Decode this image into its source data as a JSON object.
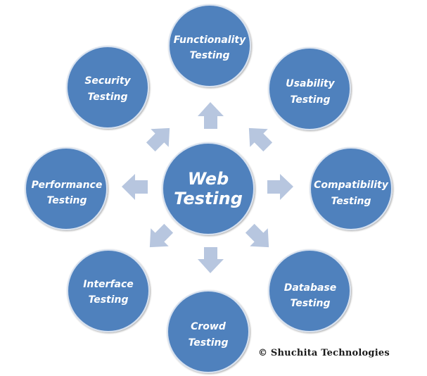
{
  "diagram": {
    "center": {
      "line1": "Web",
      "line2": "Testing"
    },
    "nodes": [
      {
        "id": "functionality",
        "line1": "Functionality",
        "line2": "Testing"
      },
      {
        "id": "usability",
        "line1": "Usability",
        "line2": "Testing"
      },
      {
        "id": "compatibility",
        "line1": "Compatibility",
        "line2": "Testing"
      },
      {
        "id": "database",
        "line1": "Database",
        "line2": "Testing"
      },
      {
        "id": "crowd",
        "line1": "Crowd",
        "line2": "Testing"
      },
      {
        "id": "interface",
        "line1": "Interface",
        "line2": "Testing"
      },
      {
        "id": "performance",
        "line1": "Performance",
        "line2": "Testing"
      },
      {
        "id": "security",
        "line1": "Security",
        "line2": "Testing"
      }
    ],
    "colors": {
      "node_fill": "#4f81bd",
      "node_stroke": "#d7e1ef",
      "arrow_fill": "#b7c6df",
      "text": "#ffffff"
    }
  },
  "credit": "© Shuchita Technologies"
}
